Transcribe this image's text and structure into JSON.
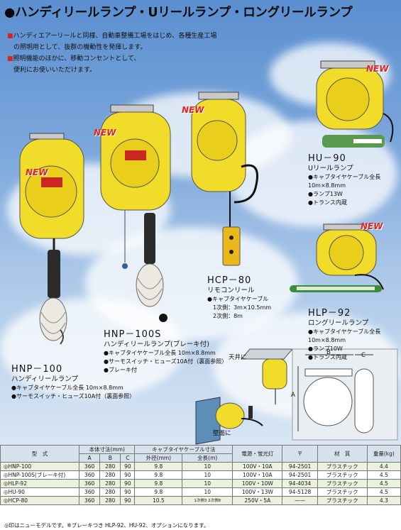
{
  "title": "●ハンディリールランプ・Uリールランプ・ロングリールランプ",
  "intro": [
    {
      "bullet": "■",
      "text": "ハンディエアーリールと同様、自動車整備工場をはじめ、各種生産工場"
    },
    {
      "bullet": "",
      "text": "の照明用として、抜群の機動性を発揮します。"
    },
    {
      "bullet": "■",
      "text": "照明機能のほかに、移動コンセントとして、"
    },
    {
      "bullet": "",
      "text": "便利にお使いいただけます。"
    }
  ],
  "new_label": "NEW",
  "products": {
    "hnp100": {
      "code": "HNP－100",
      "name": "ハンディリールランプ",
      "specs": [
        "●キャブタイヤケーブル全長 10m×8.8mm",
        "●サーモスイッチ・ヒューズ10A付（裏面参照）"
      ]
    },
    "hnp100s": {
      "code": "HNP－100S",
      "name": "ハンディリールランプ(ブレーキ付)",
      "specs": [
        "●キャブタイヤケーブル全長 10m×8.8mm",
        "●サーモスイッチ・ヒューズ10A付（裏面参照）",
        "●ブレーキ付"
      ]
    },
    "hcp80": {
      "code": "HCP－80",
      "name": "リモコンリール",
      "specs": [
        "●キャブタイヤケーブル",
        "　1次側：3m×10.5mm",
        "　2次側：8m"
      ]
    },
    "hu90": {
      "code": "HU－90",
      "name": "Uリールランプ",
      "specs": [
        "●キャブタイヤケーブル全長 10m×8.8mm",
        "●ランプ13W",
        "●トランス内蔵"
      ]
    },
    "hlp92": {
      "code": "HLP－92",
      "name": "ロングリールランプ",
      "specs": [
        "●キャブタイヤケーブル全長 10m×8.8mm",
        "●ランプ10W",
        "●トランス内蔵"
      ]
    }
  },
  "mounting": {
    "ceiling": "天井に",
    "wall": "壁面に"
  },
  "diagram": {
    "dim_a": "A",
    "dim_b": "B",
    "dim_c": "C"
  },
  "table": {
    "headers": {
      "type": "型　式",
      "body_dims": "本体寸法(mm)",
      "cable_dims": "キャブタイヤケーブル寸法",
      "power": "電源・蛍光灯",
      "spare": "〒",
      "material": "材　質",
      "weight": "重量(kg)"
    },
    "subheaders": {
      "a": "A",
      "b": "B",
      "c": "C",
      "outer": "外径(mm)",
      "length": "全長(m)"
    },
    "rows": [
      {
        "model": "◎HNP-100",
        "a": "360",
        "b": "280",
        "c": "90",
        "outer": "9.8",
        "length": "10",
        "power": "100V・10A",
        "spare": "94-2501",
        "material": "プラスチック",
        "weight": "4.4"
      },
      {
        "model": "◎HNP-100S(ブレーキ付)",
        "a": "360",
        "b": "280",
        "c": "90",
        "outer": "9.8",
        "length": "10",
        "power": "100V・10A",
        "spare": "94-2501",
        "material": "プラスチック",
        "weight": "4.5"
      },
      {
        "model": "◎HLP-92",
        "a": "360",
        "b": "280",
        "c": "90",
        "outer": "9.8",
        "length": "10",
        "power": "100V・10W",
        "spare": "94-4034",
        "material": "プラスチック",
        "weight": "4.5"
      },
      {
        "model": "◎HU-90",
        "a": "360",
        "b": "280",
        "c": "90",
        "outer": "9.8",
        "length": "10",
        "power": "100V・13W",
        "spare": "94-5128",
        "material": "プラスチック",
        "weight": "4.5"
      },
      {
        "model": "◎HCP-80",
        "a": "360",
        "b": "280",
        "c": "90",
        "outer": "10.5",
        "length": "1次側3 2次側8",
        "power": "250V・5A",
        "spare": "——",
        "material": "プラスチック",
        "weight": "4.3"
      }
    ]
  },
  "footnote": "◎印はニューモデルです。※ブレーキつき HLP-92、HU-92、オプションになります。",
  "colors": {
    "reel_yellow": "#f1dc2a",
    "new_red": "#e8231d",
    "sky_top": "#5b8fd0",
    "table_header": "#d6e1ec",
    "row_tint": "#eaf2df"
  }
}
